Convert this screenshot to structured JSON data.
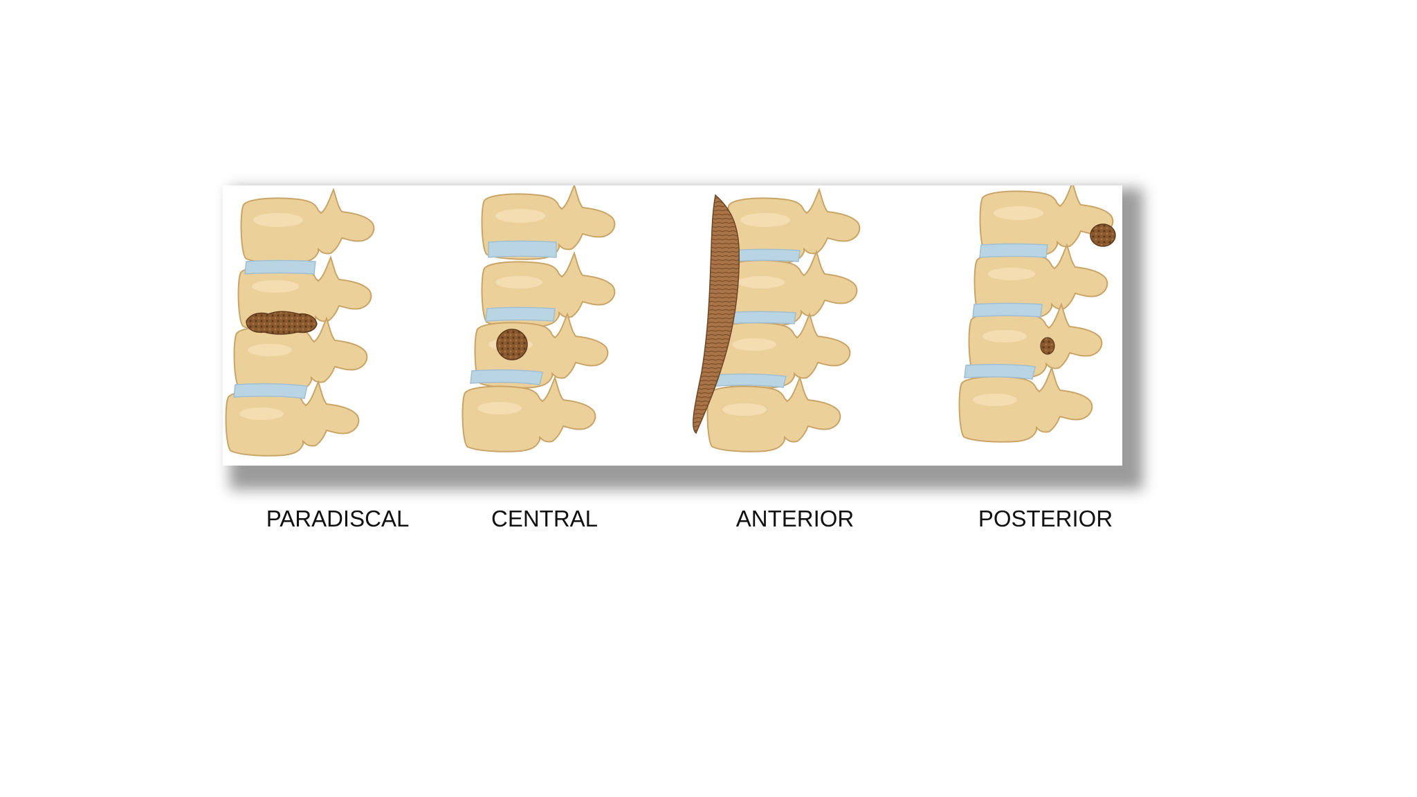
{
  "captions": {
    "paradiscal": "PARADISCAL",
    "central": "CENTRAL",
    "anterior": "ANTERIOR",
    "posterior": "POSTERIOR"
  },
  "colors": {
    "bone_fill": "#ecd09a",
    "bone_highlight": "#f6e3bb",
    "bone_outline": "#c9a467",
    "disc": "#b9d5e3",
    "lesion": "#8a5a2e",
    "lesion_dark": "#5e3a1b",
    "abscess": "#a87448"
  }
}
